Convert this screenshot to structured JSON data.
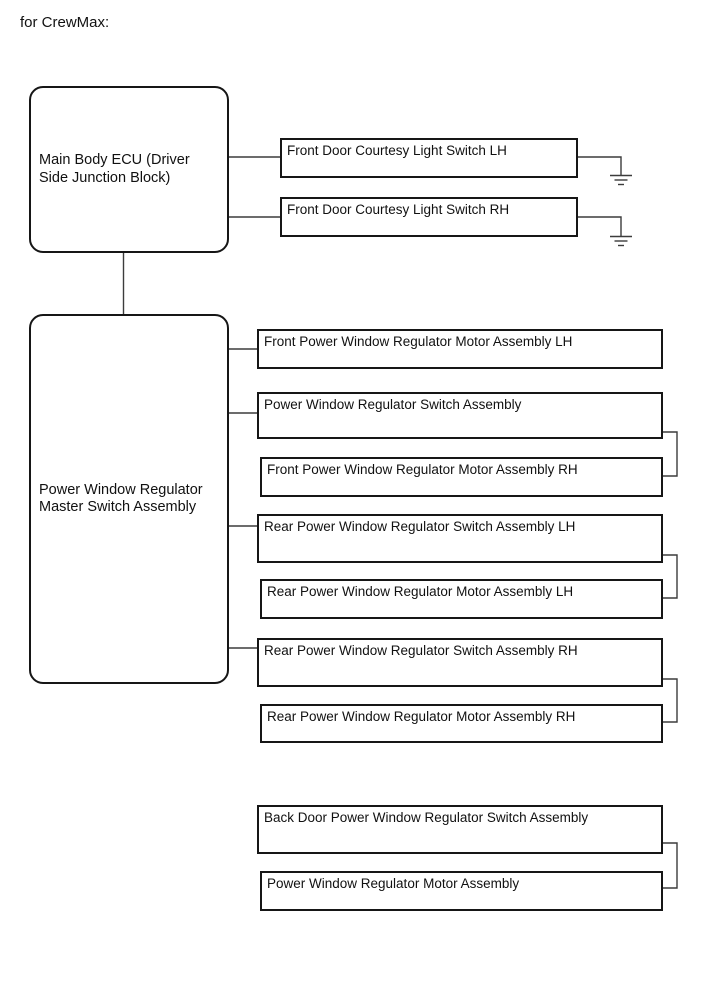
{
  "title": "for CrewMax:",
  "colors": {
    "background": "#ffffff",
    "box_border": "#161616",
    "wire": "#3c3c3c",
    "text": "#111111"
  },
  "icons": [
    "ground-icon"
  ],
  "nodes": {
    "ecu": {
      "label": "Main Body ECU (Driver Side Junction Block)"
    },
    "master": {
      "label": "Power Window Regulator Master Switch Assembly"
    },
    "courtesy_lh": {
      "label": "Front Door Courtesy Light Switch LH"
    },
    "courtesy_rh": {
      "label": "Front Door Courtesy Light Switch RH"
    },
    "front_motor_lh": {
      "label": "Front Power Window Regulator Motor Assembly LH"
    },
    "pw_switch": {
      "label": "Power Window Regulator Switch Assembly"
    },
    "front_motor_rh": {
      "label": "Front Power Window Regulator Motor Assembly RH"
    },
    "rear_switch_lh": {
      "label": "Rear Power Window Regulator Switch Assembly LH"
    },
    "rear_motor_lh": {
      "label": "Rear Power Window Regulator Motor Assembly LH"
    },
    "rear_switch_rh": {
      "label": "Rear Power Window Regulator Switch Assembly RH"
    },
    "rear_motor_rh": {
      "label": "Rear Power Window Regulator Motor Assembly RH"
    },
    "back_door_switch": {
      "label": "Back Door Power Window Regulator Switch Assembly"
    },
    "pw_motor": {
      "label": "Power Window Regulator Motor Assembly"
    }
  },
  "connections": [
    {
      "from": "ecu",
      "to": "courtesy_lh"
    },
    {
      "from": "ecu",
      "to": "courtesy_rh"
    },
    {
      "from": "courtesy_lh",
      "to": "ground"
    },
    {
      "from": "courtesy_rh",
      "to": "ground"
    },
    {
      "from": "ecu",
      "to": "master"
    },
    {
      "from": "master",
      "to": "front_motor_lh"
    },
    {
      "from": "master",
      "to": "pw_switch"
    },
    {
      "from": "master",
      "to": "rear_switch_lh"
    },
    {
      "from": "master",
      "to": "rear_switch_rh"
    },
    {
      "from": "pw_switch",
      "to": "front_motor_rh"
    },
    {
      "from": "rear_switch_lh",
      "to": "rear_motor_lh"
    },
    {
      "from": "rear_switch_rh",
      "to": "rear_motor_rh"
    },
    {
      "from": "back_door_switch",
      "to": "pw_motor"
    }
  ]
}
